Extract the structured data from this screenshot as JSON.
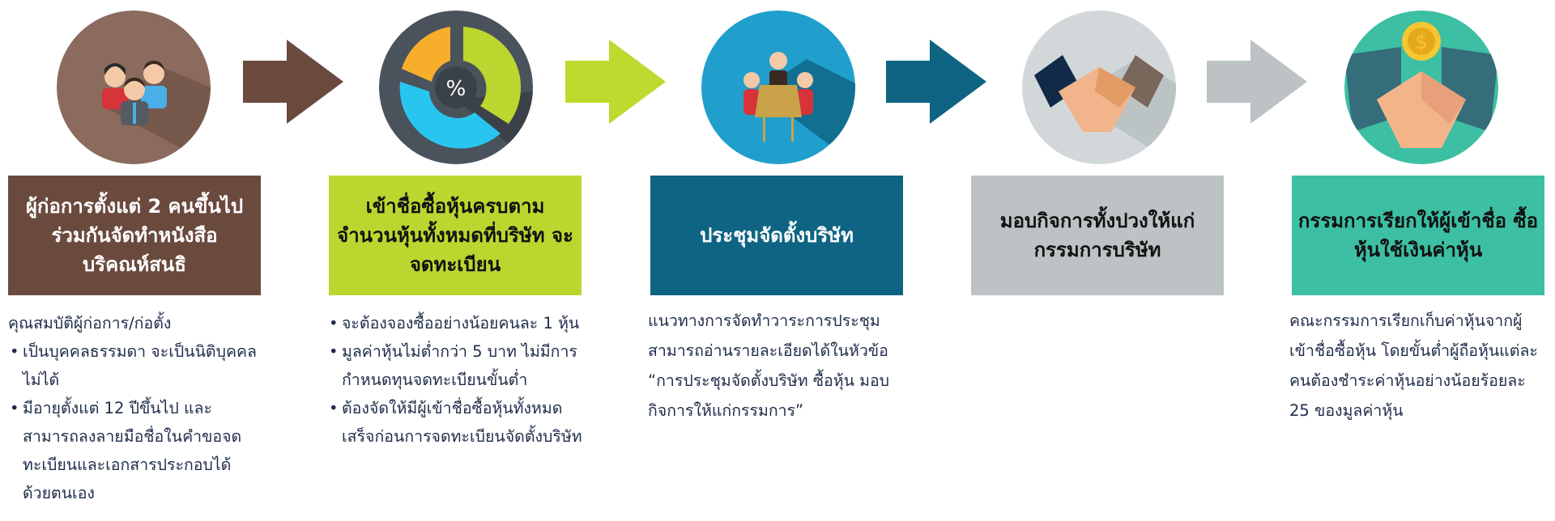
{
  "colors": {
    "brown": "#6b4a3e",
    "lime": "#bcd630",
    "teal_blue": "#0e6482",
    "gray": "#bdc3c4",
    "green": "#3dbfa3",
    "text": "#1f2d4a"
  },
  "steps": [
    {
      "icon": "founders-group-icon",
      "title": "ผู้ก่อการตั้งแต่ 2 คนขึ้นไป ร่วมกันจัดทำหนังสือ บริคณห์สนธิ",
      "intro": "คุณสมบัติผู้ก่อการ/ก่อตั้ง",
      "bullets": [
        "เป็นบุคคลธรรมดา จะเป็นนิติบุคคลไม่ได้",
        "มีอายุตั้งแต่ 12 ปีขึ้นไป และสามารถลงลายมือชื่อในคำขอจดทะเบียนและเอกสารประกอบได้ด้วยตนเอง"
      ]
    },
    {
      "icon": "percent-pie-chart-icon",
      "title": "เข้าชื่อซื้อหุ้นครบตาม จำนวนหุ้นทั้งหมดที่บริษัท จะจดทะเบียน",
      "bullets": [
        "จะต้องจองซื้ออย่างน้อยคนละ 1 หุ้น",
        "มูลค่าหุ้นไม่ต่ำกว่า 5 บาท ไม่มีการกำหนดทุนจดทะเบียนขั้นต่ำ",
        "ต้องจัดให้มีผู้เข้าชื่อซื้อหุ้นทั้งหมดเสร็จก่อนการจดทะเบียนจัดตั้งบริษัท"
      ]
    },
    {
      "icon": "meeting-icon",
      "title": "ประชุมจัดตั้งบริษัท",
      "intro": "แนวทางการจัดทำวาระการประชุมสามารถอ่านรายละเอียดได้ในหัวข้อ “การประชุมจัดตั้งบริษัท ซื้อหุ้น มอบกิจการให้แก่กรรมการ”"
    },
    {
      "icon": "handshake-icon",
      "title": "มอบกิจการทั้งปวงให้แก่ กรรมการบริษัท"
    },
    {
      "icon": "coin-handshake-icon",
      "title": "กรรมการเรียกให้ผู้เข้าชื่อ ซื้อหุ้นใช้เงินค่าหุ้น",
      "intro": "คณะกรรมการเรียกเก็บค่าหุ้นจากผู้เข้าชื่อซื้อหุ้น โดยขั้นต่ำผู้ถือหุ้นแต่ละคนต้องชำระค่าหุ้นอย่างน้อยร้อยละ 25 ของมูลค่าหุ้น"
    }
  ]
}
